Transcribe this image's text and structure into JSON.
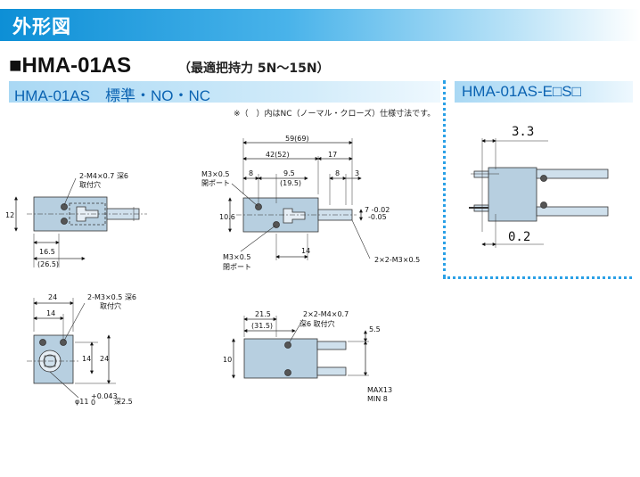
{
  "header": {
    "title": "外形図"
  },
  "product": {
    "title": "■HMA-01AS",
    "subtitle": "（最適把持力 5N～15N）"
  },
  "sections": {
    "left": {
      "title": "HMA-01AS　標準・NO・NC",
      "note": "※（　）内はNC（ノーマル・クローズ）仕様寸法です。"
    },
    "right": {
      "title": "HMA-01AS-E□S□"
    }
  },
  "labels": {
    "d1_tap": "2-M4×0.7 深6",
    "d1_tap2": "取付穴",
    "d1_h": "12",
    "d1_w1": "16.5",
    "d1_w2": "(26.5)",
    "d2_total": "59(69)",
    "d2_w1": "42(52)",
    "d2_w2": "17",
    "d2_port": "M3×0.5",
    "d2_port2": "開ポート",
    "d2_a": "8",
    "d2_b": "9.5",
    "d2_b2": "(19.5)",
    "d2_c": "8",
    "d2_d": "3",
    "d2_h": "10.6",
    "d2_s": "7 -0.02",
    "d2_s2": "-0.05",
    "d2_port3": "M3×0.5",
    "d2_port4": "閉ポート",
    "d2_e": "14",
    "d2_tap": "2×2-M3×0.5",
    "d3_w": "24",
    "d3_tap": "2-M3×0.5 深6",
    "d3_tap2": "取付穴",
    "d3_w2": "14",
    "d3_h1": "14",
    "d3_h2": "24",
    "d3_phi": "φ11",
    "d3_phi_tol": "+0.043",
    "d3_phi_tol2": "0",
    "d3_phi_depth": "深2.5",
    "d4_w1": "21.5",
    "d4_w2": "(31.5)",
    "d4_tap": "2×2-M4×0.7",
    "d4_tap2": "深6 取付穴",
    "d4_h": "10",
    "d4_s": "5.5",
    "d4_max": "MAX13",
    "d4_min": "MIN 8",
    "d5_top": "3.3",
    "d5_bot": "0.2"
  },
  "colors": {
    "body_fill": "#b7cfe0",
    "body_stroke": "#333333",
    "accent_blue": "#0b63b2",
    "dotted_border": "#2aa0e6"
  }
}
